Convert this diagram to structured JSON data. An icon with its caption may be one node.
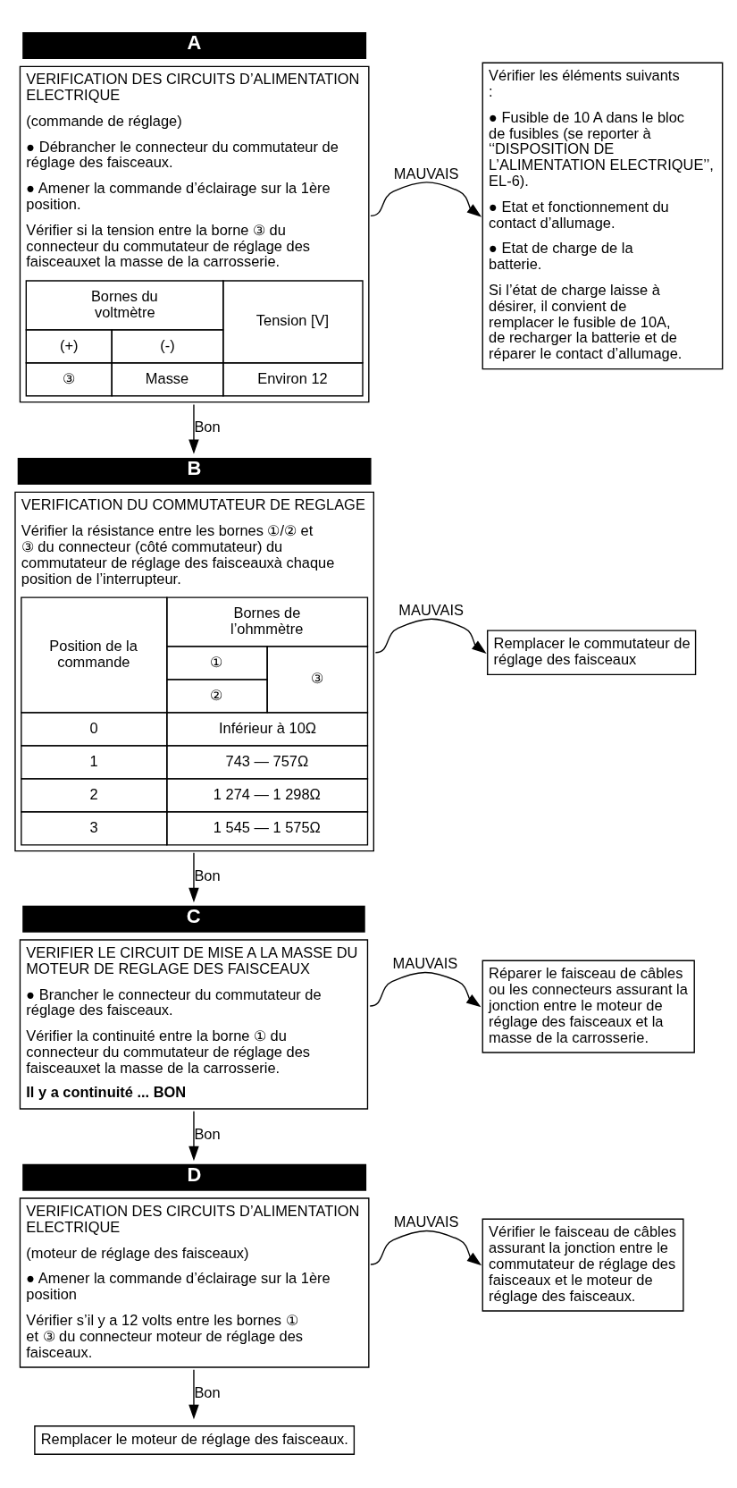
{
  "diagram": {
    "nodes": [
      {
        "text": [
          "VERIFICATION DES CIRCUITS D’ALIMENTATION ELECTRIQUE",
          "(commande de réglage)",
          "● Débrancher le connecteur du commutateur de réglage des faisceaux.",
          "● Amener la commande d’éclairage sur la 1ère position.",
          "Vérifier si la tension entre la borne ③ du connecteur du commutateur de réglage des faisceauxet la masse de la carrosserie.",
          "Bornes du voltmètre",
          "Tension [V]",
          "(+)",
          "(-)",
          "③",
          "Masse",
          "Environ 12"
        ],
        "beside": [
          "A"
        ]
      },
      {
        "text": [
          "Vérifier les éléments suivants :",
          "● Fusible de 10 A dans le bloc de fusibles (se reporter à ‘‘DISPOSITION DE L’ALIMENTATION ELECTRIQUE’’, EL-6).",
          "● Etat et fonctionnement du contact d’allumage.",
          "● Etat de charge de la batterie.",
          "Si l’état de charge laisse à désirer, il convient de remplacer le fusible de 10A, de recharger la batterie et de réparer le contact d’allumage."
        ]
      },
      {
        "text": [
          "VERIFICATION DU COMMUTATEUR DE REGLAGE",
          "Vérifier la résistance entre les bornes ①/② et ③ du connecteur (côté commutateur) du commutateur de réglage des faisceauxà chaque position de l’interrupteur.",
          "Position de la commande",
          "Bornes de l’ohmmètre",
          "①",
          "③",
          "②",
          "0",
          "Inférieur à 10Ω",
          "1",
          "743 — 757Ω",
          "2",
          "1 274 — 1 298Ω",
          "3",
          "1 545 — 1 575Ω"
        ],
        "beside": [
          "B"
        ]
      },
      {
        "text": [
          "Remplacer le commutateur de réglage des faisceaux"
        ]
      },
      {
        "text": [
          "VERIFIER LE CIRCUIT DE MISE A LA MASSE DU MOTEUR DE REGLAGE DES FAISCEAUX",
          "● Brancher le connecteur du commutateur de réglage des faisceaux.",
          "Vérifier la continuité entre la borne ① du connecteur du commutateur de réglage des faisceauxet la masse de la carrosserie.",
          "Il y a continuité ... BON"
        ],
        "beside": [
          "C"
        ]
      },
      {
        "text": [
          "Réparer le faisceau de câbles ou les connecteurs assurant la jonction entre le moteur de réglage des faisceaux et la masse de la carrosserie."
        ]
      },
      {
        "text": [
          "VERIFICATION DES CIRCUITS D’ALIMENTATION ELECTRIQUE",
          "(moteur de réglage des faisceaux)",
          "● Amener la commande d’éclairage sur la 1ère position",
          "Vérifier s’il y a 12 volts entre les bornes ① et ③ du connecteur moteur de réglage des faisceaux."
        ],
        "beside": [
          "D"
        ]
      },
      {
        "text": [
          "Vérifier le faisceau de câbles assurant la jonction entre le commutateur de réglage des faisceaux et le moteur de réglage des faisceaux."
        ]
      },
      {
        "text": [
          "Remplacer le moteur de réglage des faisceaux."
        ]
      }
    ],
    "edges": [
      {
        "from": 0,
        "to": 1,
        "arrow": "to",
        "label": "MAUVAIS"
      },
      {
        "from": 0,
        "to": 2,
        "arrow": "to",
        "label": "Bon"
      },
      {
        "from": 2,
        "to": 3,
        "arrow": "to",
        "label": "MAUVAIS"
      },
      {
        "from": 2,
        "to": 4,
        "arrow": "to",
        "label": "Bon"
      },
      {
        "from": 4,
        "to": 5,
        "arrow": "to",
        "label": "MAUVAIS"
      },
      {
        "from": 4,
        "to": 6,
        "arrow": "to",
        "label": "Bon"
      },
      {
        "from": 6,
        "to": 7,
        "arrow": "to",
        "label": "MAUVAIS"
      },
      {
        "from": 6,
        "to": 8,
        "arrow": "to",
        "label": "Bon"
      }
    ]
  }
}
